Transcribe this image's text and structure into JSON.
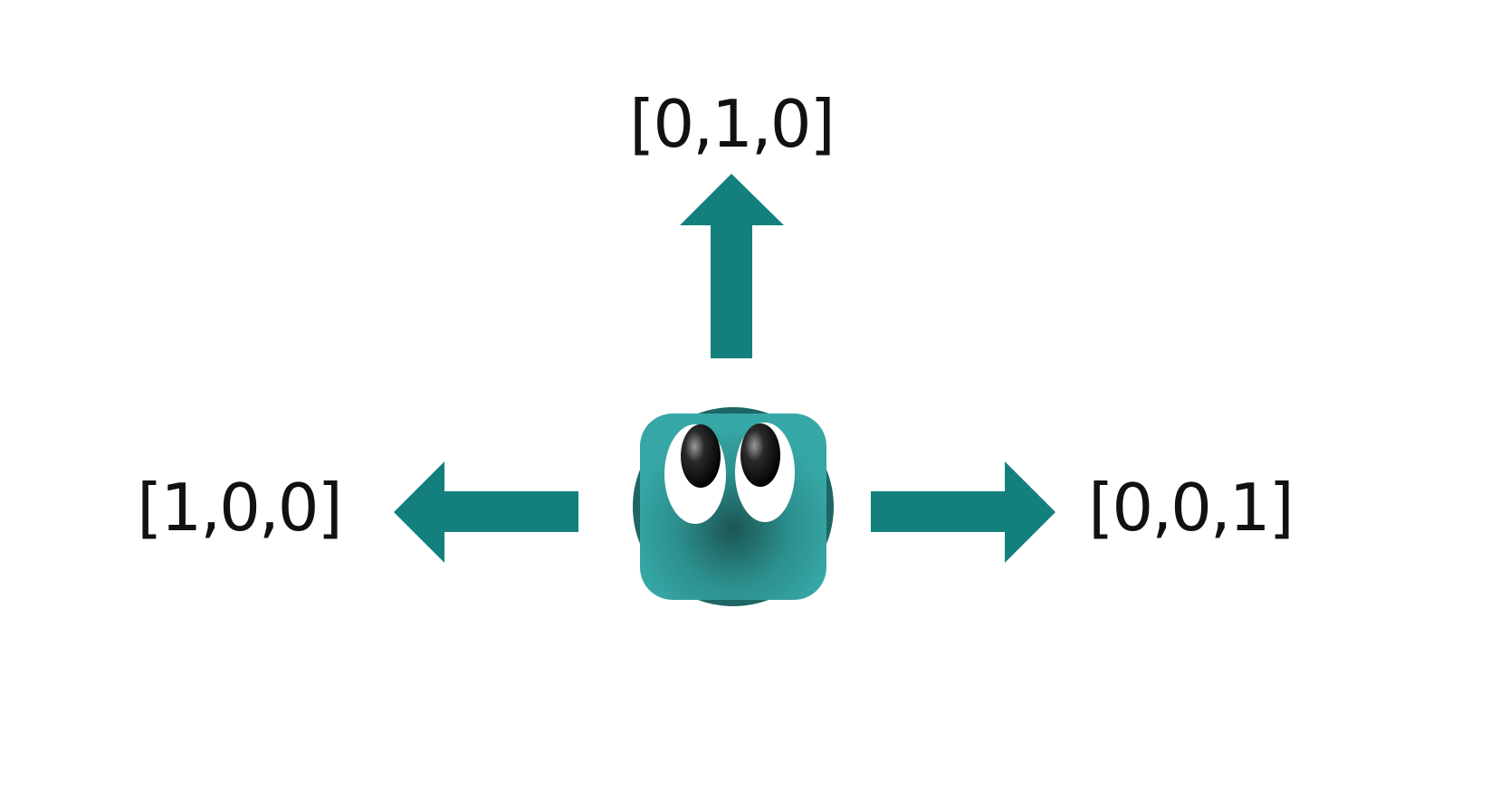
{
  "labels": {
    "up": "[0,1,0]",
    "left": "[1,0,0]",
    "right": "[0,0,1]"
  },
  "colors": {
    "arrow": "#14807d",
    "body": "#36a7a6",
    "body_dark": "#1d6664",
    "label": "#111111"
  },
  "icons": {
    "up": "arrow-up-icon",
    "left": "arrow-left-icon",
    "right": "arrow-right-icon",
    "agent": "agent-character-icon"
  }
}
